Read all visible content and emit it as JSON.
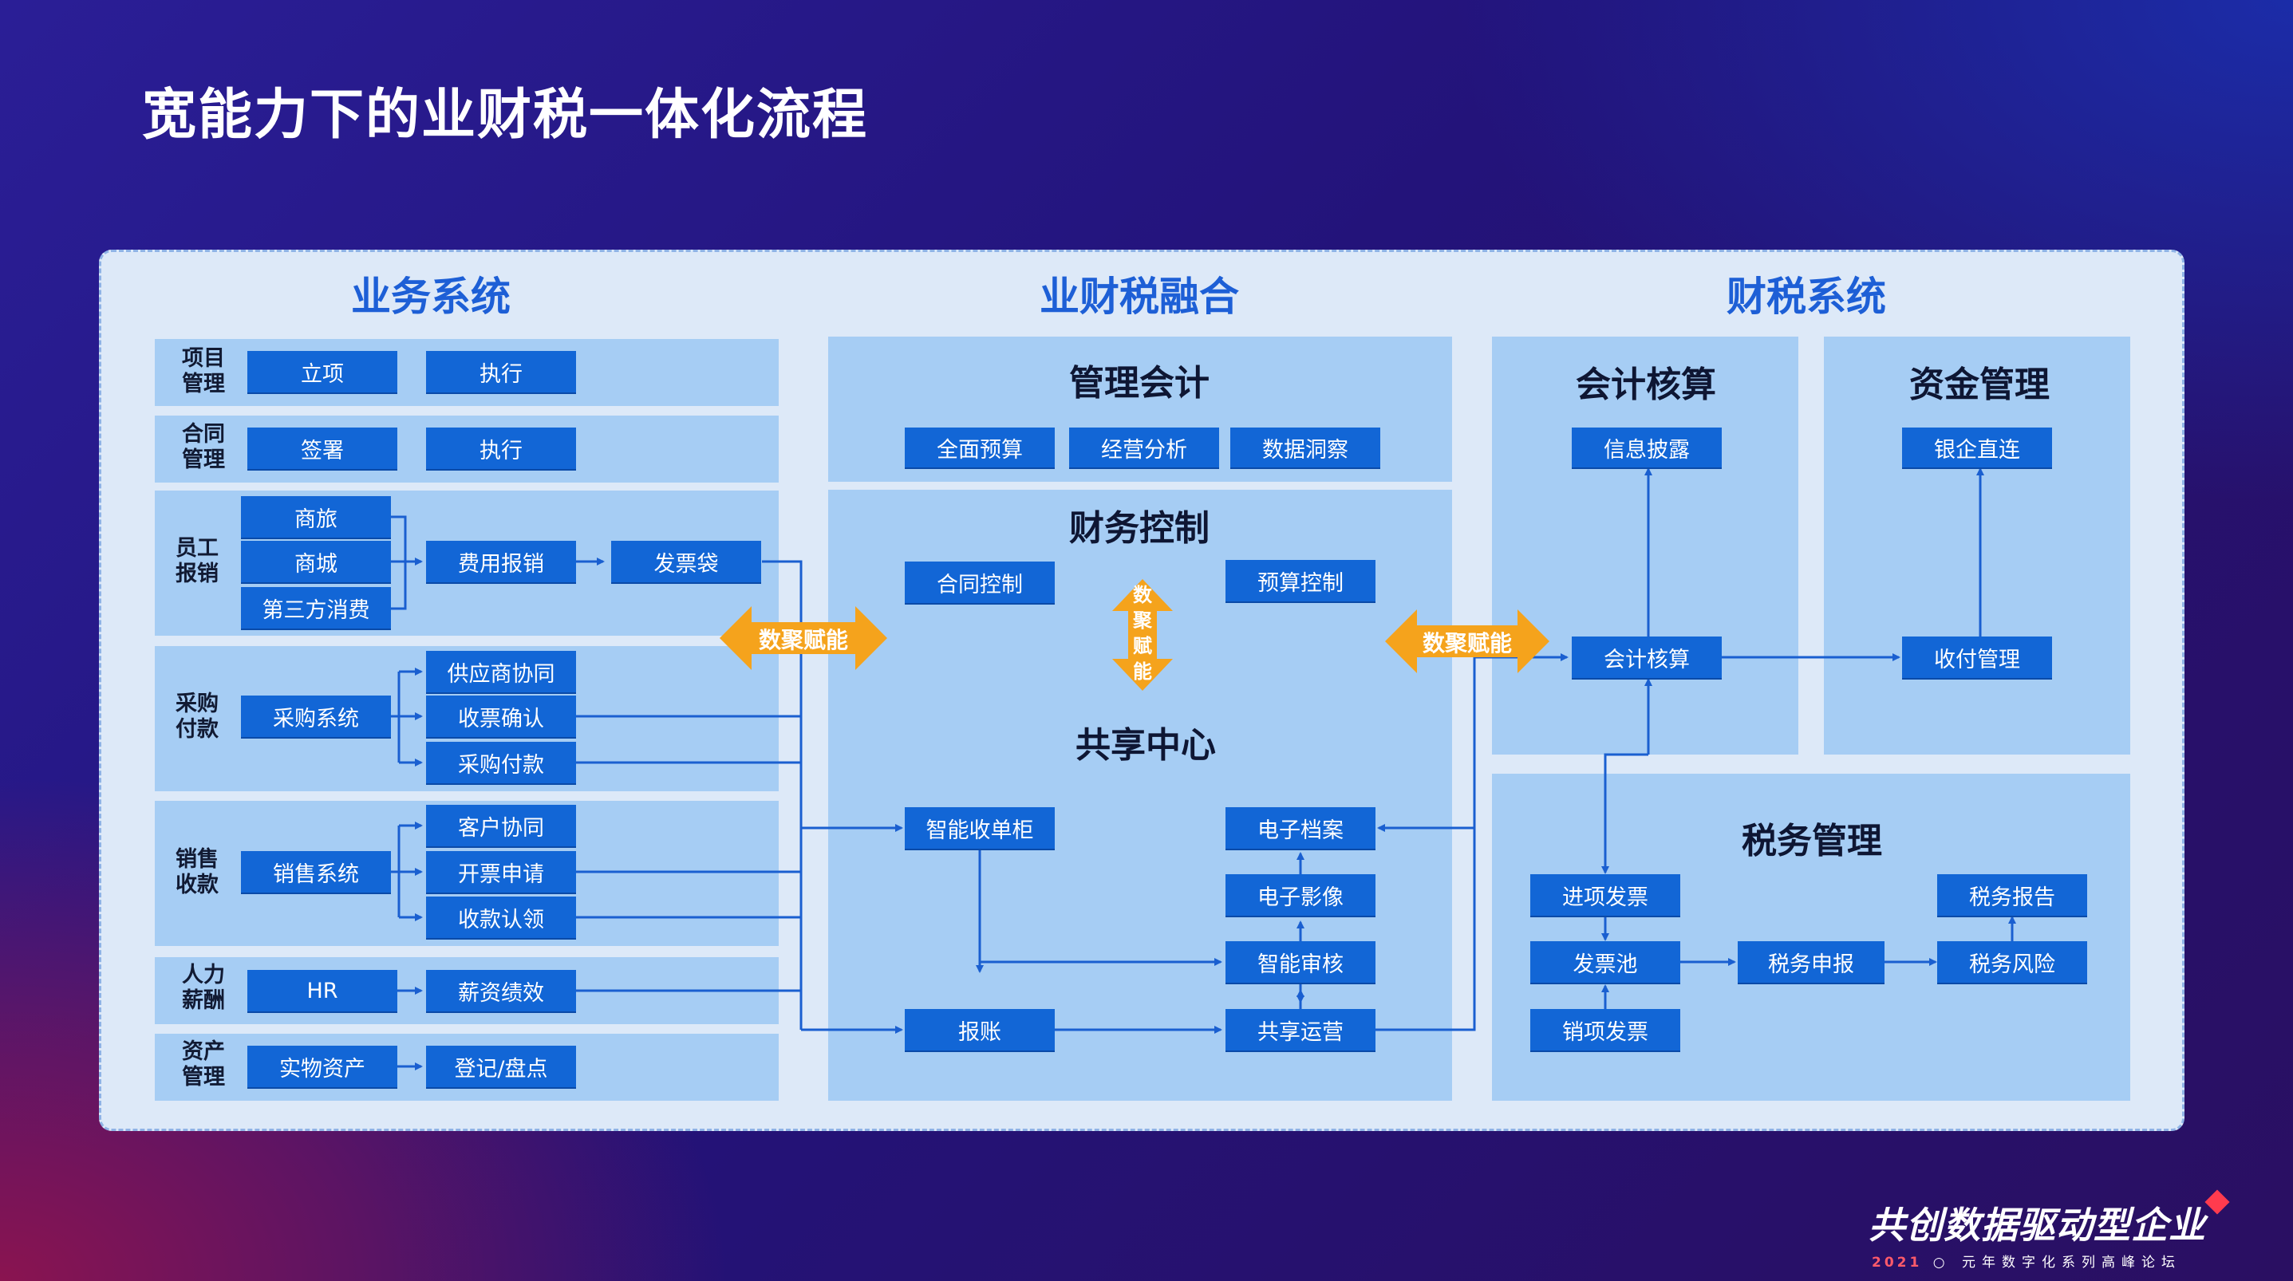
{
  "title": "宽能力下的业财税一体化流程",
  "sections": {
    "business": "业务系统",
    "fusion": "业财税融合",
    "fintax": "财税系统"
  },
  "business_rows": {
    "project": "项目\n管理",
    "contract": "合同\n管理",
    "expense": "员工\n报销",
    "purchase": "采购\n付款",
    "sales": "销售\n收款",
    "hr": "人力\n薪酬",
    "asset": "资产\n管理"
  },
  "boxes": {
    "lixiang": "立项",
    "zhixing1": "执行",
    "qianshu": "签署",
    "zhixing2": "执行",
    "shanglv": "商旅",
    "shangcheng": "商城",
    "disanfang": "第三方消费",
    "feiyong": "费用报销",
    "fapiaodai": "发票袋",
    "caigouxitong": "采购系统",
    "gongyingshang": "供应商协同",
    "shoupiao": "收票确认",
    "caigoufukuan": "采购付款",
    "xiaoshouxitong": "销售系统",
    "kehu": "客户协同",
    "kaipiao": "开票申请",
    "shoukuan": "收款认领",
    "hr": "HR",
    "xinzi": "薪资绩效",
    "shiwu": "实物资产",
    "dengji": "登记/盘点",
    "quanmian": "全面预算",
    "jingying": "经营分析",
    "shuju": "数据洞察",
    "hetongkz": "合同控制",
    "yusuankz": "预算控制",
    "shoudangui": "智能收单柜",
    "baozhang": "报账",
    "dangan": "电子档案",
    "yingxiang": "电子影像",
    "shenhe": "智能审核",
    "yunying": "共享运营",
    "xinxi": "信息披露",
    "kuaiji": "会计核算",
    "yinqi": "银企直连",
    "shoufu": "收付管理",
    "jinxiang": "进项发票",
    "fapiaochi": "发票池",
    "xiaoxiang": "销项发票",
    "shenbao": "税务申报",
    "baogao": "税务报告",
    "fengxian": "税务风险"
  },
  "zones": {
    "guanli": "管理会计",
    "caiwu": "财务控制",
    "gongxiang": "共享中心",
    "hesuan": "会计核算",
    "zijin": "资金管理",
    "shuiwu": "税务管理"
  },
  "connectors": {
    "left": "数聚赋能",
    "right": "数聚赋能",
    "vertical": [
      "数",
      "聚",
      "赋",
      "能"
    ]
  },
  "footer": {
    "brand": "共创数据驱动型企业",
    "year": "2021",
    "subtitle": "元年数字化系列高峰论坛"
  },
  "colors": {
    "box": "#1266d6",
    "zone": "#a6cdf4",
    "panel": "#dde9f8",
    "accent": "#f5a31c",
    "line": "#1a5fd0"
  }
}
